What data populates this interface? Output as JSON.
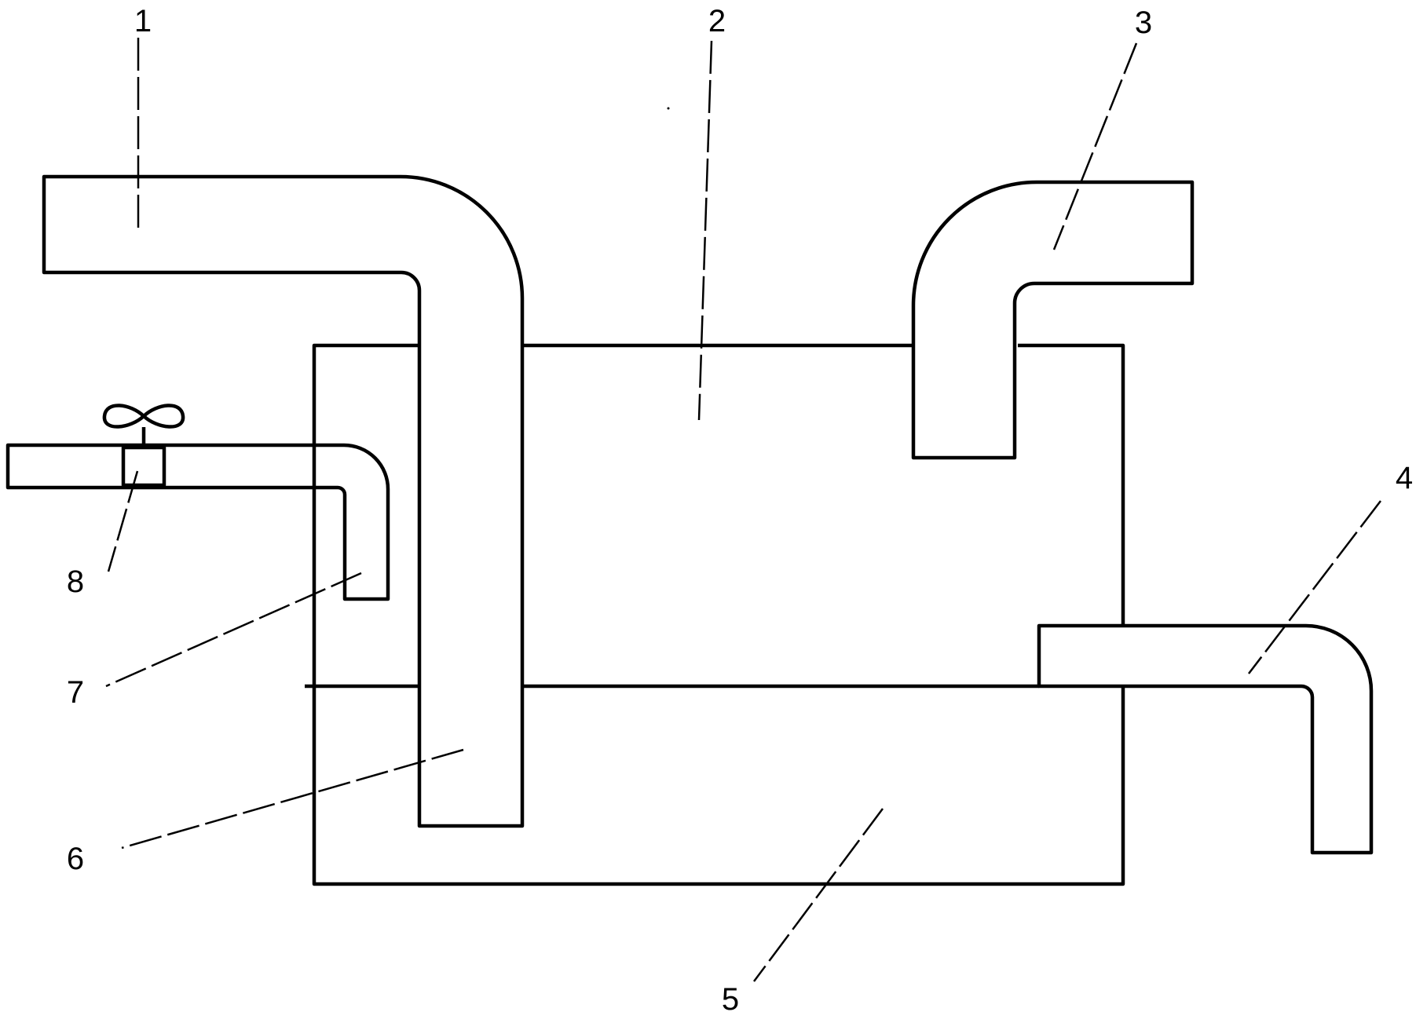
{
  "labels": {
    "l1": "1",
    "l2": "2",
    "l3": "3",
    "l4": "4",
    "l5": "5",
    "l6": "6",
    "l7": "7",
    "l8": "8"
  },
  "colors": {
    "stroke": "#000000",
    "background": "#ffffff"
  }
}
